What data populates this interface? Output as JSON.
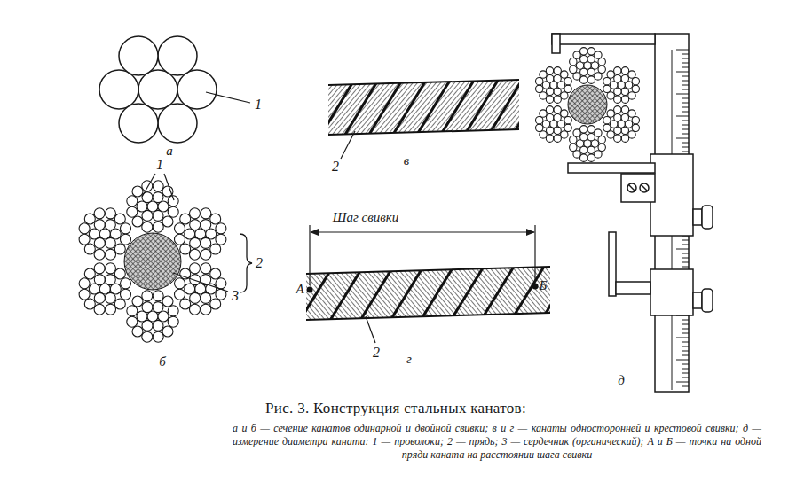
{
  "diagram": {
    "caption": "Рис. 3. Конструкция стальных канатов:",
    "labels": [
      "1",
      "а",
      "2",
      "в",
      "1",
      "2",
      "3",
      "б",
      "Шаг свивки",
      "А",
      "Б",
      "2",
      "г",
      "д",
      "а и б — сечение канатов одинарной и двойной свивки; в и г — канаты односторонней и крестовой свивки; д — измерение диаметра каната: 1 — проволоки; 2 — прядь; 3 — сердечник (органический); А и Б — точки на одной пряди каната на расстоянии шага свивки"
    ]
  }
}
